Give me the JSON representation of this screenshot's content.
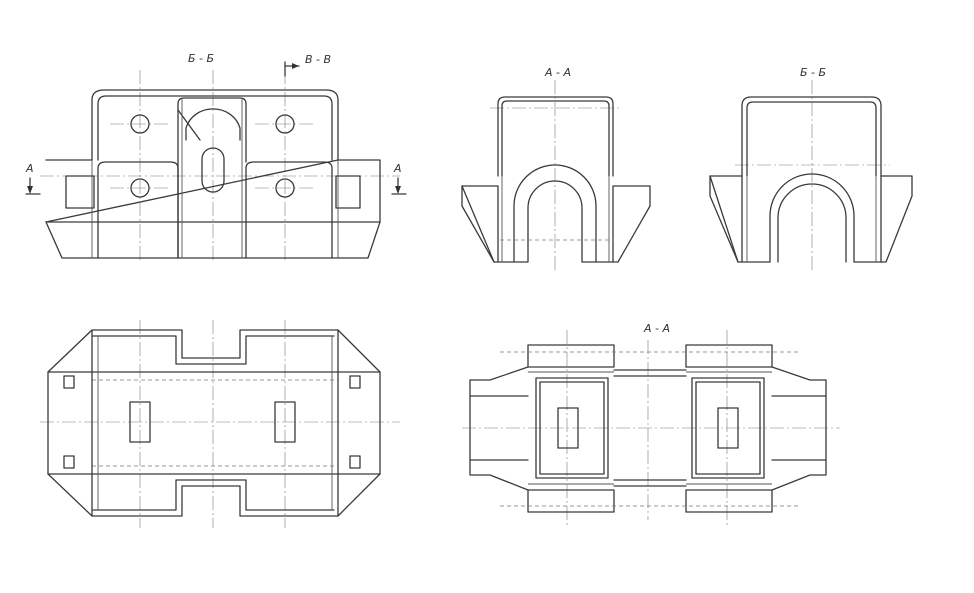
{
  "labels": {
    "sec_bb_front": "Б - Б",
    "sec_vv": "В - В",
    "sec_aa_right": "А - А",
    "sec_bb_right": "Б - Б",
    "sec_aa_plan": "А - А",
    "cut_a_left": "А",
    "cut_a_right": "А"
  },
  "colors": {
    "line": "#3a3a3a",
    "background": "#ffffff"
  }
}
